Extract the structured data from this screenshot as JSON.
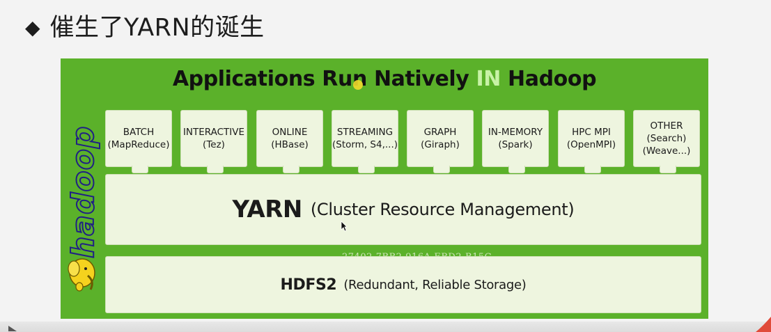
{
  "slide": {
    "bullet": "◆",
    "title": "催生了YARN的诞生"
  },
  "diagram": {
    "title_before": "Applications Run Natively",
    "title_highlight": "IN",
    "title_after": "Hadoop",
    "logo_text": "hadoop",
    "apps": [
      {
        "line1": "BATCH",
        "line2": "(MapReduce)",
        "line3": ""
      },
      {
        "line1": "INTERACTIVE",
        "line2": "(Tez)",
        "line3": ""
      },
      {
        "line1": "ONLINE",
        "line2": "(HBase)",
        "line3": ""
      },
      {
        "line1": "STREAMING",
        "line2": "(Storm, S4,...)",
        "line3": ""
      },
      {
        "line1": "GRAPH",
        "line2": "(Giraph)",
        "line3": ""
      },
      {
        "line1": "IN-MEMORY",
        "line2": "(Spark)",
        "line3": ""
      },
      {
        "line1": "HPC MPI",
        "line2": "(OpenMPI)",
        "line3": ""
      },
      {
        "line1": "OTHER",
        "line2": "(Search)",
        "line3": "(Weave...)"
      }
    ],
    "yarn": {
      "name": "YARN",
      "description": "(Cluster Resource Management)"
    },
    "hdfs": {
      "name": "HDFS2",
      "description": "(Redundant, Reliable Storage)"
    },
    "watermark": "27402-7BB2-916A-EBD2-B15C"
  },
  "colors": {
    "diagram_green": "#5bb12a",
    "box_fill": "#eef5df",
    "highlight_in": "#c8f2a6",
    "logo_outline": "#1f1f85",
    "elephant_yellow": "#f5d21e"
  }
}
